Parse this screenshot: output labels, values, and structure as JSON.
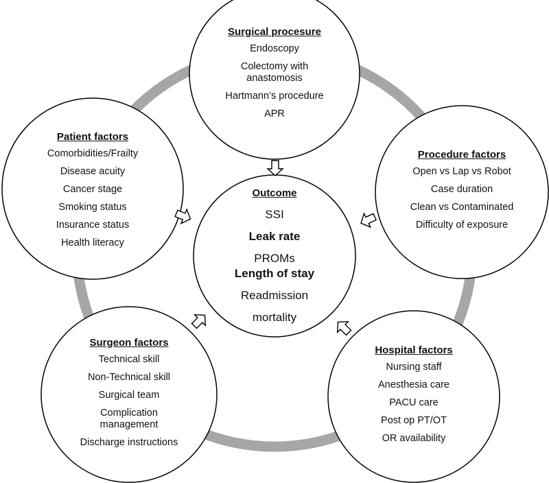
{
  "center": {
    "title": "Outcome",
    "items": [
      "SSI",
      "Leak rate",
      "PROMs",
      "Length of stay",
      "Readmission",
      "mortality"
    ]
  },
  "surgical_procedure": {
    "title": "Surgical procesure",
    "items": [
      "Endoscopy",
      "Colectomy with anastomosis",
      "Hartmann’s procedure",
      "APR"
    ]
  },
  "patient_factors": {
    "title": "Patient factors",
    "items": [
      "Comorbidities/Frailty",
      "Disease acuity",
      "Cancer stage",
      "Smoking status",
      "Insurance status",
      "Health literacy"
    ]
  },
  "procedure_factors": {
    "title": "Procedure factors",
    "items": [
      "Open vs Lap vs Robot",
      "Case duration",
      "Clean vs Contaminated",
      "Difficulty of exposure"
    ]
  },
  "surgeon_factors": {
    "title": "Surgeon factors",
    "items": [
      "Technical skill",
      "Non-Technical skill",
      "Surgical team",
      "Complication management",
      "Discharge instructions"
    ]
  },
  "hospital_factors": {
    "title": "Hospital factors",
    "items": [
      "Nursing staff",
      "Anesthesia care",
      "PACU care",
      "Post op PT/OT",
      "OR availability"
    ]
  },
  "colors": {
    "ring": "#a6a6a6",
    "stroke": "#000000",
    "fill": "#ffffff"
  }
}
